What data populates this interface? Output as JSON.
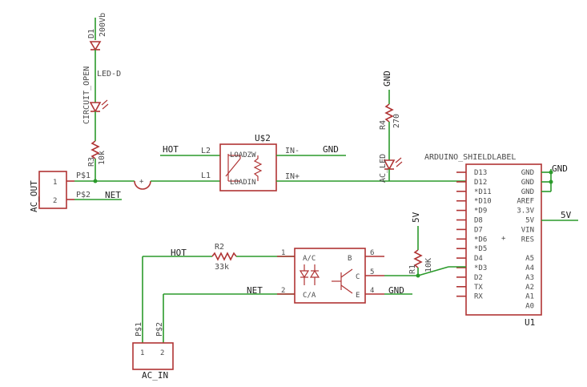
{
  "colors": {
    "wire": "#2b9a2b",
    "part": "#b03434",
    "text": "#4a4a4a",
    "background": "#ffffff"
  },
  "parts": {
    "d1": {
      "name": "D1",
      "value": "200Vb"
    },
    "led_d": {
      "name": "LED-D",
      "value": "CIRCUIT_OPEN"
    },
    "r3": {
      "name": "R3",
      "value": "10k"
    },
    "r4": {
      "name": "R4",
      "value": "270"
    },
    "ac_led": {
      "name": "AC_LED"
    },
    "u2": {
      "name": "U$2",
      "pin_loadzw": "LOADZW",
      "pin_loadin": "LOADIN",
      "pin_l2": "L2",
      "pin_l1": "L1",
      "pin_inminus": "IN-",
      "pin_inplus": "IN+"
    },
    "ac_out": {
      "name": "AC_OUT",
      "pin1": "1",
      "pin2": "2"
    },
    "r2": {
      "name": "R2",
      "value": "33k"
    },
    "r1": {
      "name": "R1",
      "value": "10K"
    },
    "ac_in": {
      "name": "AC_IN",
      "pin1": "1",
      "pin2": "2",
      "label1": "P$1",
      "label2": "P$2"
    },
    "opto": {
      "pin1": "1",
      "pin2": "2",
      "pin4": "4",
      "pin5": "5",
      "pin6": "6",
      "ac1": "A/C",
      "ac2": "C/A",
      "b": "B",
      "c": "C",
      "e": "E"
    },
    "arduino": {
      "label": "ARDUINO_SHIELDLABEL",
      "name": "U1",
      "left_pins": [
        "D13",
        "D12",
        "*D11",
        "*D10",
        "*D9",
        "D8",
        "D7",
        "*D6",
        "*D5",
        "D4",
        "*D3",
        "D2",
        "TX",
        "RX"
      ],
      "right_pins_top": [
        "GND",
        "GND",
        "GND",
        "AREF",
        "3.3V",
        "5V",
        "VIN",
        "RES"
      ],
      "right_pins_bottom": [
        "A5",
        "A4",
        "A3",
        "A2",
        "A1",
        "A0"
      ],
      "plus": "+"
    }
  },
  "nets": {
    "hot_top": "HOT",
    "gnd_u2": "GND",
    "gnd_r4": "GND",
    "ps1": "P$1",
    "ps2": "P$2",
    "net_out": "NET",
    "hot_bottom": "HOT",
    "net_bottom": "NET",
    "gnd_opto": "GND",
    "v5_r1": "5V",
    "gnd_arduino": "GND",
    "v5_arduino": "5V"
  }
}
